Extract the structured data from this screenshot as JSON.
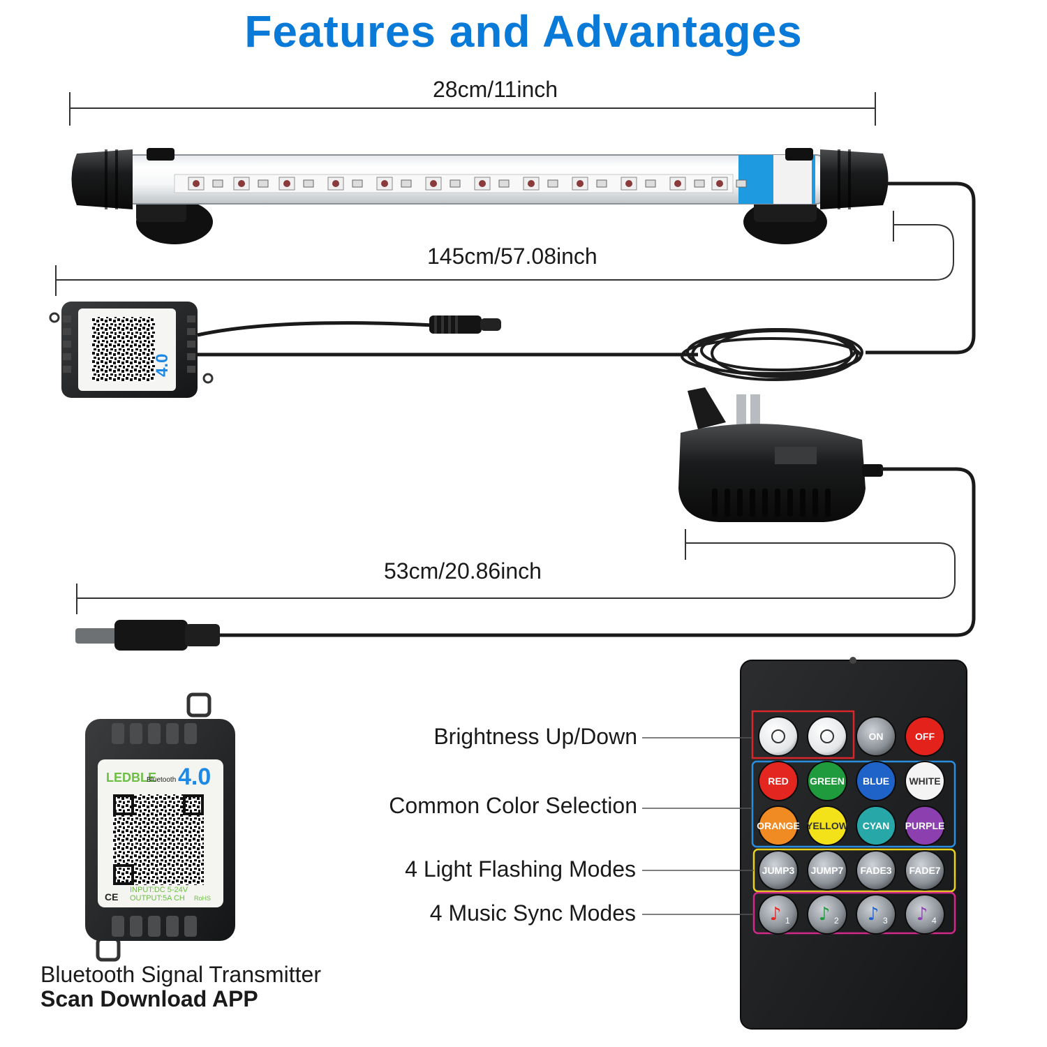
{
  "title": "Features and Advantages",
  "dimensions": {
    "tube_length": "28cm/11inch",
    "cable_long": "145cm/57.08inch",
    "cable_short": "53cm/20.86inch"
  },
  "features": {
    "brightness": "Brightness Up/Down",
    "colors": "Common Color Selection",
    "flashing": "4 Light Flashing Modes",
    "music": "4 Music Sync Modes"
  },
  "transmitter": {
    "caption": "Bluetooth Signal Transmitter",
    "caption_bold": "Scan Download APP",
    "brand": "LEDBLE",
    "bt_word": "Bluetooth",
    "version": "4.0",
    "input": "INPUT:DC 5-24V",
    "output": "OUTPUT:5A CH",
    "ce": "CE",
    "rohs": "RoHS"
  },
  "remote": {
    "on": "ON",
    "off": "OFF",
    "colors": [
      "RED",
      "GREEN",
      "BLUE",
      "WHITE",
      "ORANGE",
      "YELLOW",
      "CYAN",
      "PURPLE"
    ],
    "modes": [
      "JUMP3",
      "JUMP7",
      "FADE3",
      "FADE7"
    ],
    "music_numbers": [
      "1",
      "2",
      "3",
      "4"
    ]
  },
  "colors": {
    "title_blue": "#0a7ad8",
    "frame_red": "#d9262b",
    "frame_blue": "#2a8ee0",
    "frame_yellow": "#e8d31a",
    "frame_magenta": "#d2288a"
  }
}
